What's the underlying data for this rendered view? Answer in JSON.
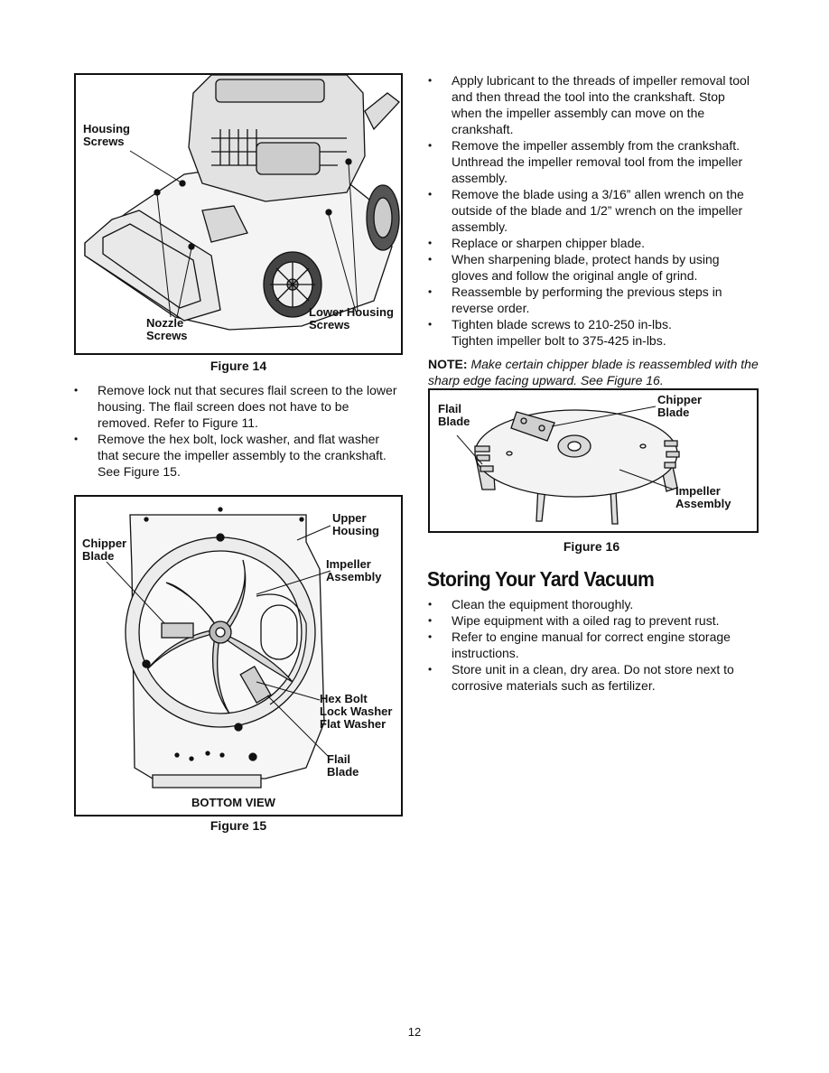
{
  "figure14": {
    "caption": "Figure 14",
    "labels": {
      "housing_screws": "Housing\nScrews",
      "nozzle_screws": "Nozzle\nScrews",
      "lower_housing_screws": "Lower Housing\nScrews"
    }
  },
  "left_bullets": [
    "Remove lock nut that secures flail screen to the lower housing. The flail screen does not have to be removed. Refer to Figure 11.",
    "Remove the hex bolt, lock washer, and flat washer that secure the impeller assembly to the crankshaft. See Figure 15."
  ],
  "figure15": {
    "caption": "Figure 15",
    "view_label": "BOTTOM VIEW",
    "labels": {
      "upper_housing": "Upper\nHousing",
      "chipper_blade": "Chipper\nBlade",
      "impeller_assembly": "Impeller\nAssembly",
      "hex_bolt": "Hex Bolt\nLock Washer\nFlat Washer",
      "flail_blade": "Flail\nBlade"
    }
  },
  "right_bullets": [
    "Apply lubricant to the threads of impeller removal tool and then thread the tool into the crankshaft. Stop when the impeller assembly can move on the crankshaft.",
    "Remove the impeller assembly from the crankshaft. Unthread the impeller removal tool from the impeller assembly.",
    "Remove the blade using a 3/16” allen wrench on the outside of the blade and 1/2” wrench on the impeller assembly.",
    "Replace or sharpen chipper blade.",
    "When sharpening blade, protect hands by using gloves and follow the original angle of grind.",
    "Reassemble by performing the previous steps in reverse order.",
    "Tighten blade screws to 210-250 in-lbs.\nTighten impeller bolt to 375-425 in-lbs."
  ],
  "note": {
    "label": "NOTE:",
    "text": "Make certain chipper blade is reassembled with the sharp edge facing upward. See Figure 16."
  },
  "figure16": {
    "caption": "Figure 16",
    "labels": {
      "flail_blade": "Flail\nBlade",
      "chipper_blade": "Chipper\nBlade",
      "impeller_assembly": "Impeller\nAssembly"
    }
  },
  "storing": {
    "title": "Storing Your Yard Vacuum",
    "bullets": [
      "Clean the equipment thoroughly.",
      "Wipe equipment with a oiled rag to prevent rust.",
      "Refer to engine manual for correct engine storage instructions.",
      "Store unit in a clean, dry area. Do not store next to corrosive materials such as fertilizer."
    ]
  },
  "page_number": "12"
}
